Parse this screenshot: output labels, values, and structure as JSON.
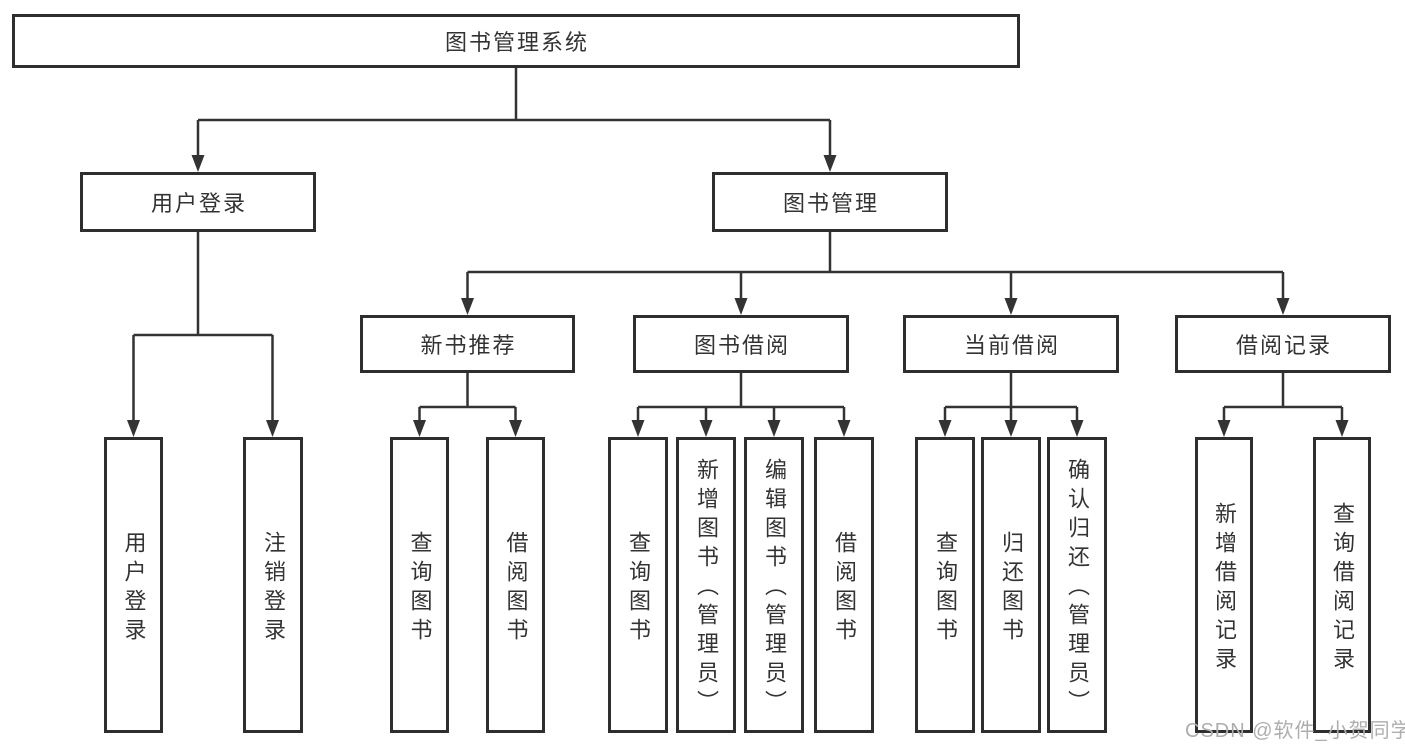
{
  "tree": {
    "root": "图书管理系统",
    "branches": [
      {
        "label": "用户登录",
        "children": [
          "用户登录",
          "注销登录"
        ]
      },
      {
        "label": "图书管理",
        "children": [
          {
            "label": "新书推荐",
            "children": [
              "查询图书",
              "借阅图书"
            ]
          },
          {
            "label": "图书借阅",
            "children": [
              "查询图书",
              "新增图书（管理员）",
              "编辑图书（管理员）",
              "借阅图书"
            ]
          },
          {
            "label": "当前借阅",
            "children": [
              "查询图书",
              "归还图书",
              "确认归还（管理员）"
            ]
          },
          {
            "label": "借阅记录",
            "children": [
              "新增借阅记录",
              "查询借阅记录"
            ]
          }
        ]
      }
    ]
  },
  "watermark": "CSDN @软件_小贺同学",
  "colors": {
    "line": "#333333",
    "box_border": "#2e2e2e",
    "text": "#333333",
    "watermark": "#aeaeae",
    "background": "#ffffff"
  }
}
